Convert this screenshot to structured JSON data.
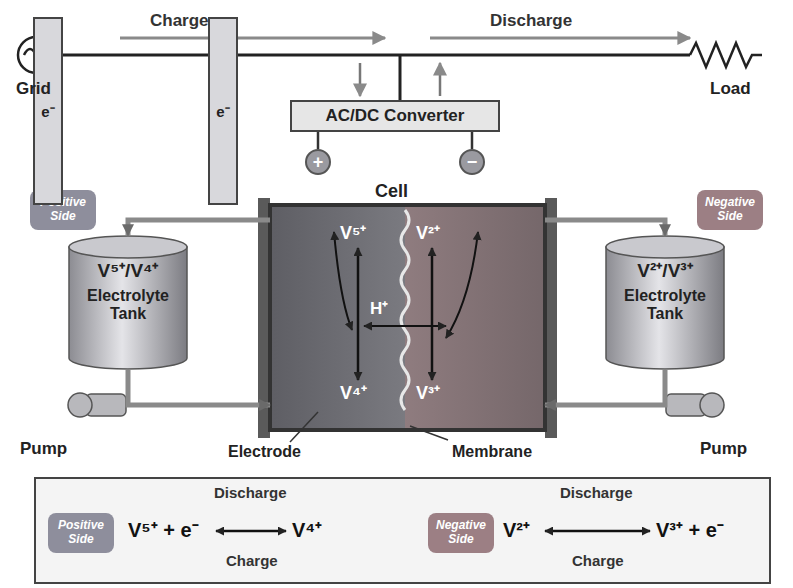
{
  "diagram": {
    "nodes": [
      {
        "text": [
          "AC/DC Converter"
        ]
      },
      {
        "text": [
          "+"
        ]
      },
      {
        "text": [
          "−"
        ]
      },
      {
        "text": [
          "Positive Side"
        ]
      },
      {
        "text": [
          "V⁵⁺/V⁴⁺",
          "Electrolyte Tank"
        ]
      },
      {
        "text": [
          "Cell"
        ]
      },
      {
        "text": [
          "e⁻"
        ],
        "in": 5
      },
      {
        "text": [
          "e⁻"
        ],
        "in": 5
      },
      {
        "text": [
          "Negative Side"
        ]
      },
      {
        "text": [
          "V²⁺/V³⁺",
          "Electrolyte Tank"
        ]
      },
      {
        "text": [
          "Positive Side"
        ]
      },
      {
        "text": [
          "Negative Side"
        ]
      }
    ],
    "edges": [
      {
        "from": 0,
        "to": 1,
        "arrow": "none"
      },
      {
        "from": 0,
        "to": 2,
        "arrow": "none"
      },
      {
        "from": 1,
        "to": 6,
        "arrow": "none"
      },
      {
        "from": 2,
        "to": 7,
        "arrow": "none"
      },
      {
        "from": 5,
        "to": 4,
        "arrow": "to"
      },
      {
        "from": 4,
        "to": 5,
        "arrow": "to"
      },
      {
        "from": 5,
        "to": 9,
        "arrow": "to"
      },
      {
        "from": 9,
        "to": 5,
        "arrow": "to"
      }
    ],
    "labels": [
      "Charge",
      "Discharge",
      "Grid",
      "Load",
      "V⁵⁺",
      "V²⁺",
      "H⁺",
      "V⁴⁺",
      "V³⁺",
      "Pump",
      "Electrode",
      "Membrane",
      "Pump",
      "Discharge",
      "V⁵⁺ + e⁻",
      "V⁴⁺",
      "Charge",
      "Discharge",
      "V²⁺",
      "V³⁺ + e⁻",
      "Charge"
    ]
  }
}
